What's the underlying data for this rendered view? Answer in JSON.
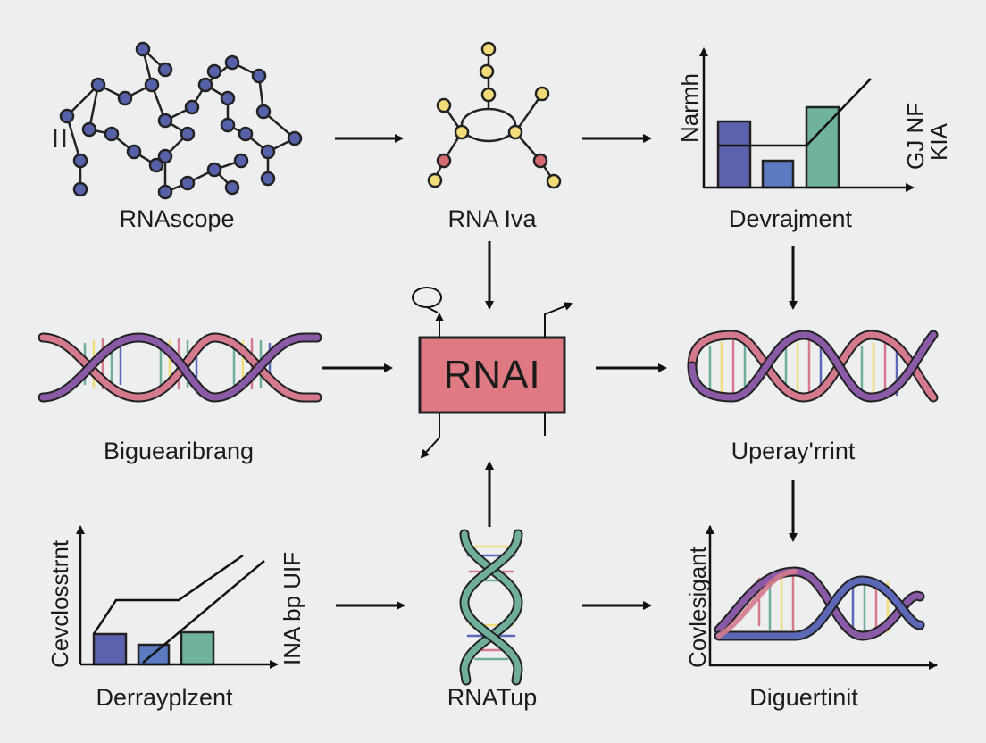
{
  "center": {
    "label": "RNAI"
  },
  "nodes": {
    "rnascope": "RNAscope",
    "rna_iva": "RNA Iva",
    "devrajment": "Devrajment",
    "bigueari": "Biguearibrang",
    "uperay": "Uperay'rrint",
    "derraypl": "Derrayplzent",
    "rnatup": "RNATup",
    "diguertinit": "Diguertinit"
  },
  "axis_labels": {
    "devrajment_y": "Narmh",
    "devrajment_side_1": "GJ NF",
    "devrajment_side_2": "KIA",
    "derraypl_y": "Cevclosstrnt",
    "derraypl_side": "INA bp UIF",
    "diguertinit_y": "Covlesigant"
  },
  "colors": {
    "center_box": "#e07a82",
    "node_blue": "#5561a8",
    "node_yellow": "#f2dc7a",
    "node_red": "#d46a6f",
    "helix_purple": "#8a5aa6",
    "helix_pink": "#d47a8c",
    "helix_teal": "#6fae9c",
    "helix_blue": "#5b68b8",
    "bar_blue": "#5c63ae",
    "bar_teal": "#6fb39c"
  },
  "icons": [
    "molecule-network-icon",
    "rna-molecule-icon",
    "bar-chart-icon",
    "dna-helix-icon",
    "chart-icon"
  ]
}
